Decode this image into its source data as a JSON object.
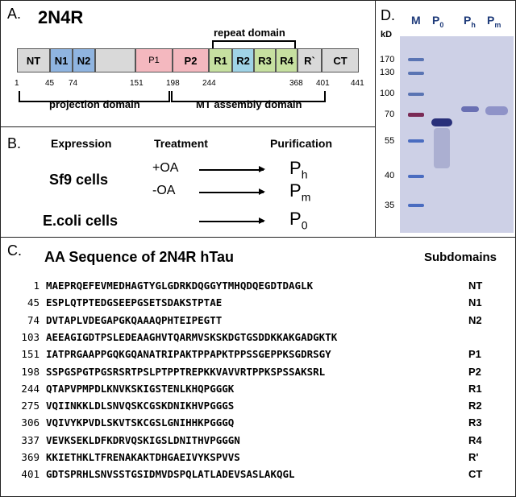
{
  "panelA": {
    "label": "A.",
    "title": "2N4R",
    "repeat_domain": "repeat domain",
    "projection_domain": "projection domain",
    "mt_assembly_domain": "MT assembly domain",
    "segments": [
      "NT",
      "N1",
      "N2",
      "",
      "P1",
      "P2",
      "R1",
      "R2",
      "R3",
      "R4",
      "R`",
      "CT"
    ],
    "ticks": [
      "1",
      "45",
      "74",
      "151",
      "198",
      "244",
      "368",
      "401",
      "441"
    ],
    "colors": {
      "grey": "#d9d9d9",
      "blue": "#8fb4e0",
      "pink": "#f4b8bf",
      "green": "#c6e0a0",
      "cyan": "#9fd3e6"
    }
  },
  "panelB": {
    "label": "B.",
    "head_expression": "Expression",
    "head_treatment": "Treatment",
    "head_purification": "Purification",
    "sf9": "Sf9 cells",
    "plus_oa": "+OA",
    "minus_oa": "-OA",
    "ecoli": "E.coli cells",
    "p_main": "P",
    "p_h_sub": "h",
    "p_m_sub": "m",
    "p_0_sub": "0"
  },
  "panelC": {
    "label": "C.",
    "title": "AA Sequence of 2N4R hTau",
    "subdomains_title": "Subdomains",
    "rows": [
      {
        "num": "1",
        "seq": "MAEPRQEFEVMEDHAGTYGLGDRKDQGGYTMHQDQEGDTDAGLK",
        "sub": "NT"
      },
      {
        "num": "45",
        "seq": "ESPLQTPTEDGSEEPGSETSDAKSTPTAE",
        "sub": "N1"
      },
      {
        "num": "74",
        "seq": "DVTAPLVDEGAPGKQAAAQPHTEIPEGTT",
        "sub": "N2"
      },
      {
        "num": "103",
        "seq": "AEEAGIGDTPSLEDEAAGHVTQARMVSKSKDGTGSDDKKAKGADGKTK",
        "sub": ""
      },
      {
        "num": "151",
        "seq": "IATPRGAAPPGQKGQANATRIPAKTPPAPKTPPSSGEPPKSGDRSGY",
        "sub": "P1"
      },
      {
        "num": "198",
        "seq": "SSPGSPGTPGSRSRTPSLPTPPTREPKKVAVVRTPPKSPSSAKSRL",
        "sub": "P2"
      },
      {
        "num": "244",
        "seq": "QTAPVPMPDLKNVKSKIGSTENLKHQPGGGK",
        "sub": "R1"
      },
      {
        "num": "275",
        "seq": "VQIINKKLDLSNVQSKCGSKDNIKHVPGGGS",
        "sub": "R2"
      },
      {
        "num": "306",
        "seq": "VQIVYKPVDLSKVTSKCGSLGNIHHKPGGGQ",
        "sub": "R3"
      },
      {
        "num": "337",
        "seq": "VEVKSEKLDFKDRVQSKIGSLDNITHVPGGGN",
        "sub": "R4"
      },
      {
        "num": "369",
        "seq": "KKIETHKLTFRENAKAKTDHGAEIVYKSPVVS",
        "sub": "R'"
      },
      {
        "num": "401",
        "seq": "GDTSPRHLSNVSSTGSIDMVDSPQLATLADEVSASLAKQGL",
        "sub": "CT"
      }
    ]
  },
  "panelD": {
    "label": "D.",
    "lane_M": "M",
    "lane_P": "P",
    "sub0": "0",
    "subh": "h",
    "subm": "m",
    "unit": "kD",
    "markers": [
      "170",
      "130",
      "100",
      "70",
      "55",
      "40",
      "35"
    ],
    "gel_color": "#c9cbe3"
  }
}
